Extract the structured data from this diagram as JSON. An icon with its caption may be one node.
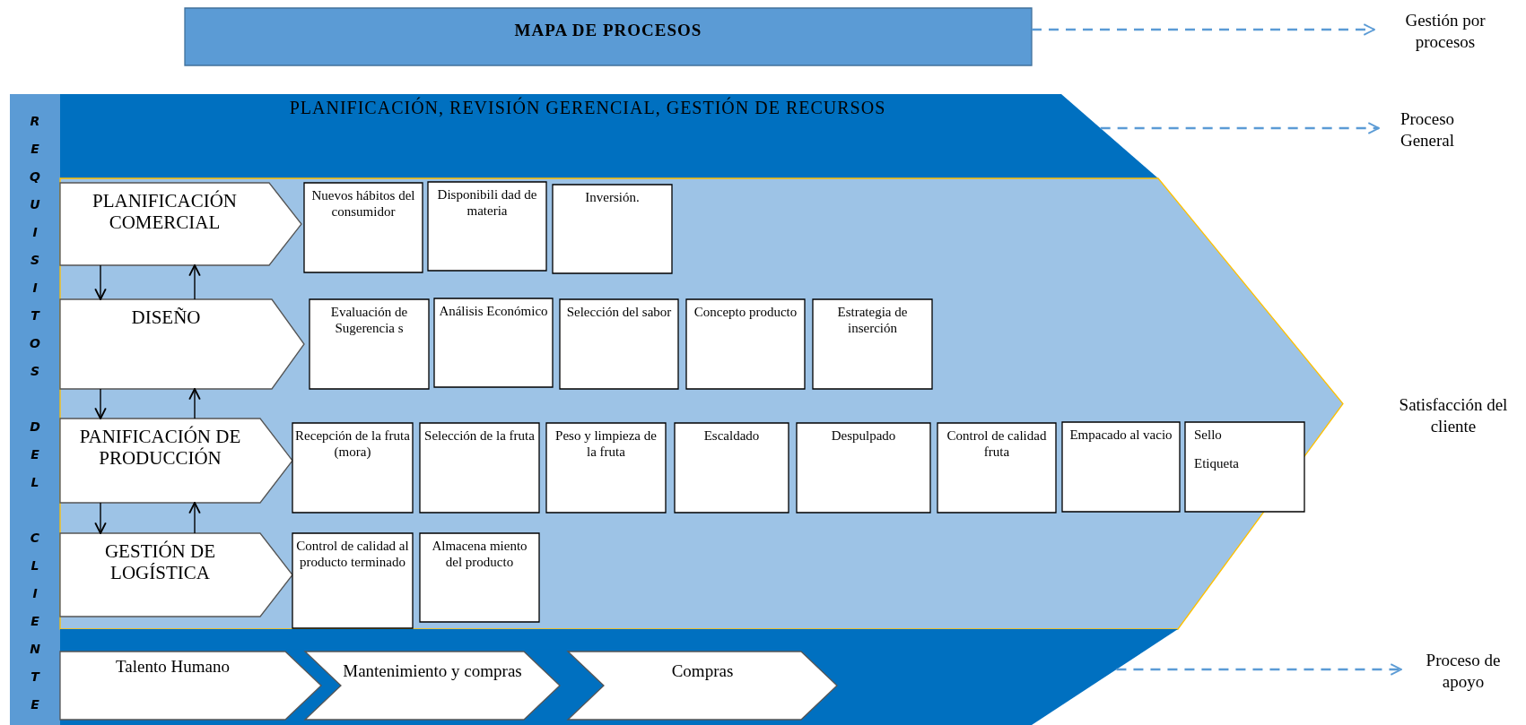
{
  "diagram": {
    "nodes": [
      {
        "text": [
          "MAPA DE PROCESOS"
        ]
      },
      {
        "text": [
          "Gestión por procesos"
        ]
      },
      {
        "text": [
          "REQUISITOS DEL CLIENTE"
        ]
      },
      {
        "text": [
          "PLANIFICACIÓN, REVISIÓN GERENCIAL, GESTIÓN DE RECURSOS"
        ]
      },
      {
        "text": [
          "Proceso General"
        ]
      },
      {
        "text": [],
        "shape": "arrow",
        "beside": [
          "Satisfacción del cliente"
        ]
      },
      {
        "text": [
          "PLANIFICACIÓN COMERCIAL"
        ],
        "in": 5
      },
      {
        "text": [
          "Nuevos hábitos del consumidor"
        ],
        "in": 5
      },
      {
        "text": [
          "Disponibili dad de materia"
        ],
        "in": 5
      },
      {
        "text": [
          "Inversión."
        ],
        "in": 5
      },
      {
        "text": [
          "DISEÑO"
        ],
        "in": 5
      },
      {
        "text": [
          "Evaluación de Sugerencia s"
        ],
        "in": 5
      },
      {
        "text": [
          "Análisis Económico"
        ],
        "in": 5
      },
      {
        "text": [
          "Selección del sabor"
        ],
        "in": 5
      },
      {
        "text": [
          "Concepto producto"
        ],
        "in": 5
      },
      {
        "text": [
          "Estrategia de inserción"
        ],
        "in": 5
      },
      {
        "text": [
          "PANIFICACIÓN DE PRODUCCIÓN"
        ],
        "in": 5
      },
      {
        "text": [
          "Recepción de la fruta (mora)"
        ],
        "in": 5
      },
      {
        "text": [
          "Selección de la fruta"
        ],
        "in": 5
      },
      {
        "text": [
          "Peso y limpieza de la fruta"
        ],
        "in": 5
      },
      {
        "text": [
          "Escaldado"
        ],
        "in": 5
      },
      {
        "text": [
          "Despulpado"
        ],
        "in": 5
      },
      {
        "text": [
          "Control de calidad fruta"
        ],
        "in": 5
      },
      {
        "text": [
          "Empacado al vacio"
        ],
        "in": 5
      },
      {
        "text": [
          "Sello",
          "Etiqueta"
        ],
        "in": 5
      },
      {
        "text": [
          "GESTIÓN DE LOGÍSTICA"
        ],
        "in": 5
      },
      {
        "text": [
          "Control de calidad al producto terminado"
        ],
        "in": 5
      },
      {
        "text": [
          "Almacena miento del producto"
        ],
        "in": 5
      },
      {
        "text": [],
        "shape": "band"
      },
      {
        "text": [
          "Talento Humano"
        ],
        "in": 28
      },
      {
        "text": [
          "Mantenimiento y compras"
        ],
        "in": 28
      },
      {
        "text": [
          "Compras"
        ],
        "in": 28
      },
      {
        "text": [
          "Proceso de apoyo"
        ]
      }
    ],
    "edges": [
      {
        "from": 0,
        "to": 1,
        "arrow": "to",
        "style": "dashed",
        "color": "#5b9bd5"
      },
      {
        "from": 3,
        "to": 4,
        "arrow": "to",
        "style": "dashed",
        "color": "#5b9bd5"
      },
      {
        "from": 6,
        "to": 10,
        "arrow": "to"
      },
      {
        "from": 10,
        "to": 6,
        "arrow": "to"
      },
      {
        "from": 10,
        "to": 16,
        "arrow": "to"
      },
      {
        "from": 16,
        "to": 10,
        "arrow": "to"
      },
      {
        "from": 16,
        "to": 25,
        "arrow": "to"
      },
      {
        "from": 25,
        "to": 16,
        "arrow": "to"
      },
      {
        "from": 28,
        "to": 32,
        "arrow": "to",
        "style": "dashed",
        "color": "#5b9bd5"
      }
    ]
  }
}
